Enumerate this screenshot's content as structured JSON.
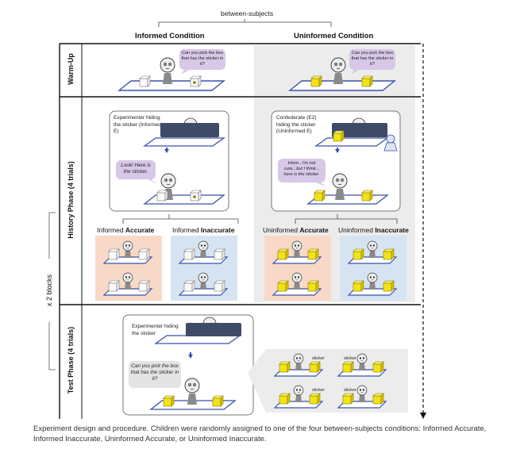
{
  "header": {
    "between_subjects": "between-subjects",
    "informed_condition": "Informed Condition",
    "uninformed_condition": "Uninformed Condition"
  },
  "phases": {
    "warmup": "Warm-Up",
    "history": "History Phase (4 trials)",
    "test": "Test Phase (4 trials)",
    "blocks": "x 2 blocks"
  },
  "warmup": {
    "informed_bubble": "Can you pick the box that has the sticker in it?",
    "uninformed_bubble": "Can you pick the box that has the sticker in it?"
  },
  "history": {
    "informed_agent": "Experimenter hiding the sticker (Informed E)",
    "informed_bubble": "Look! Here is the sticker.",
    "uninformed_agent": "Confederate (E2) hiding the sticker (Uninformed E)",
    "uninformed_bubble": "Hmm...I'm not sure...but I think... here is the sticker.",
    "sub_informed_accurate": [
      "Informed ",
      "Accurate"
    ],
    "sub_informed_inaccurate": [
      "Informed ",
      "Inaccurate"
    ],
    "sub_uninformed_accurate": [
      "Uninformed ",
      "Accurate"
    ],
    "sub_uninformed_inaccurate": [
      "Uninformed ",
      "Inaccurate"
    ]
  },
  "test": {
    "agent": "Experimenter hiding the sticker",
    "bubble": "Can you pick the box that has the sticker in it?",
    "sticker_label": "sticker"
  },
  "caption": "Experiment design and procedure. Children were randomly assigned to one of the four between-subjects conditions: Informed Accurate, Informed Inaccurate, Uninformed Accurate, or Uninformed Inaccurate.",
  "colors": {
    "uninformed_bg": "#ececec",
    "accurate_bg": "#f8d9c7",
    "inaccurate_bg": "#d6e4f2",
    "bubble_purple": "#d8c8e8",
    "table_blue": "#3a52a8",
    "box_yellow": "#f2e21a",
    "screen_navy": "#3f4a66"
  }
}
